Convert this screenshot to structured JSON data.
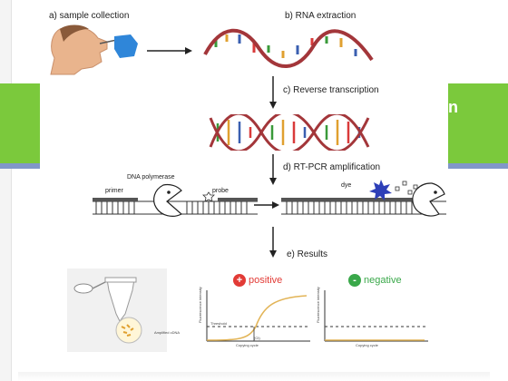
{
  "slide": {
    "band_text": "n",
    "colors": {
      "band_green": "#7bc93c",
      "band_blue": "#8197c9",
      "positive": "#e23b36",
      "negative": "#3aa84a",
      "strand_red": "#a3363a",
      "curve_orange": "#e2b457"
    }
  },
  "steps": {
    "a": "a) sample collection",
    "b": "b) RNA extraction",
    "c": "c) Reverse transcription",
    "d": "d) RT-PCR amplification",
    "e": "e) Results"
  },
  "pcr": {
    "dna_polymerase": "DNA polymerase",
    "primer": "primer",
    "probe": "probe",
    "dye": "dye"
  },
  "tube": {
    "label": "Amplified cDNA"
  },
  "results": {
    "positive": {
      "sign": "+",
      "label": "positive",
      "y_axis": "Fluorescence intensity",
      "x_axis": "Copying cycle",
      "threshold_label": "Threshold",
      "ct_label": "(Ct)"
    },
    "negative": {
      "sign": "-",
      "label": "negative",
      "y_axis": "Fluorescence intensity",
      "x_axis": "Copying cycle"
    }
  }
}
